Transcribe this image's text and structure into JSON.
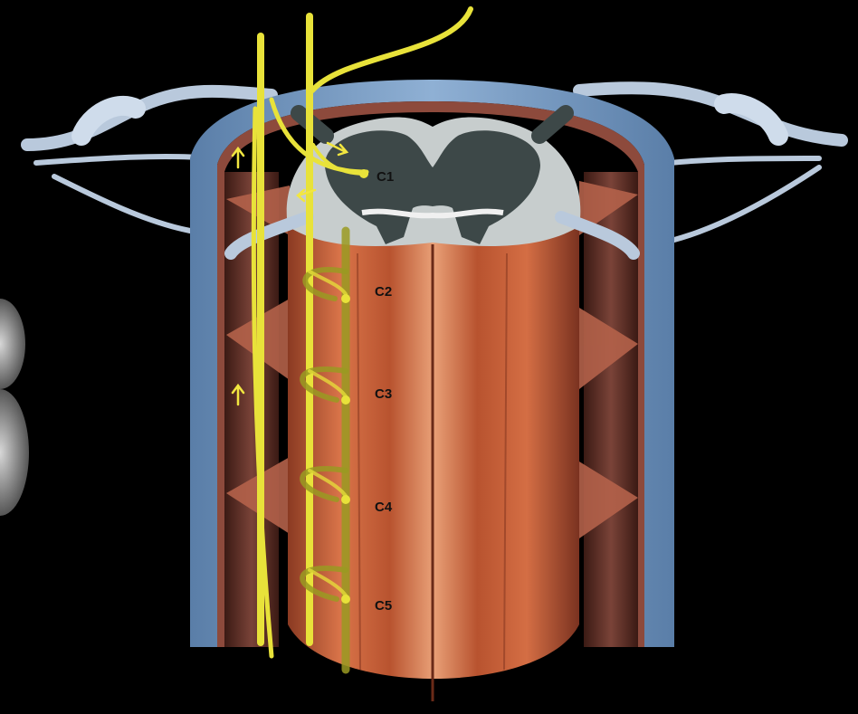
{
  "diagram": {
    "segment_labels": [
      "C1",
      "C2",
      "C3",
      "C4",
      "C5"
    ],
    "colors": {
      "background": "#000000",
      "dura_outer": "#6f93bd",
      "dura_inner": "#9c5a4c",
      "cord": "#cf6a40",
      "grey_matter": "#3d4848",
      "white_matter": "#c7cdcd",
      "nerve": "#e8e23a",
      "nerve_shadow": "#9a9a22"
    },
    "icons": [
      "upward-arrow-icon",
      "upward-arrow-icon",
      "two-way-arrow-icon"
    ]
  }
}
